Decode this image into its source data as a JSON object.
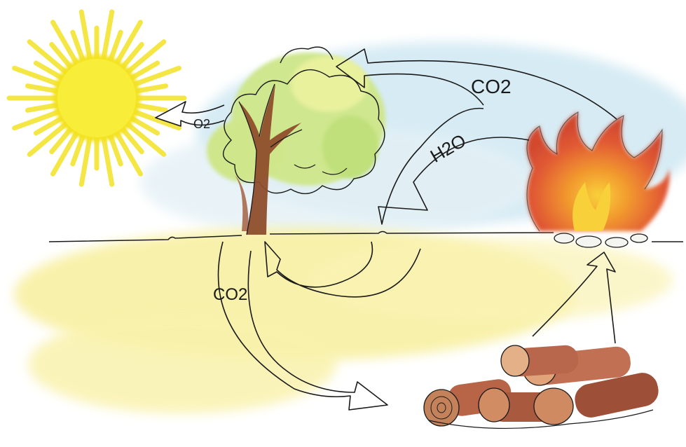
{
  "labels": {
    "co2_top": "CO2",
    "h2o": "H2O",
    "o2": "O2",
    "co2_ground": "CO2"
  },
  "colors": {
    "sky": "#cfe7f1",
    "ground": "#f7ef9a",
    "sun": "#f7ec2a",
    "sun_rays": "#f2e01e",
    "foliage": "#c9e58a",
    "foliage_light": "#e6f19c",
    "trunk": "#8a4a2a",
    "fire_outer": "#e8603a",
    "fire_inner": "#f6c02a",
    "wood": "#b4604a",
    "ink": "#1a1a1a"
  },
  "icons": [
    "sun-icon",
    "tree-icon",
    "campfire-icon",
    "firewood-pile-icon"
  ]
}
